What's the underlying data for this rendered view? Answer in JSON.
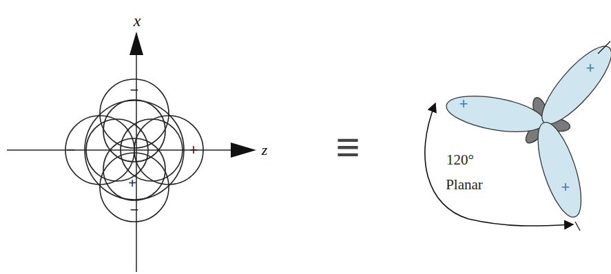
{
  "diagram": {
    "labels": [
      "x",
      "z",
      "−",
      "−",
      "+",
      "+",
      "−",
      "≡",
      "+",
      "+",
      "+",
      "120°",
      "Planar"
    ]
  }
}
